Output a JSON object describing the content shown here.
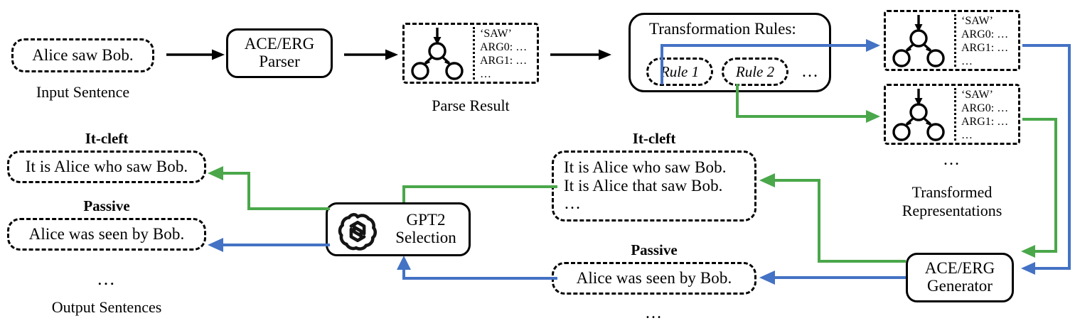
{
  "meta": {
    "title": "ACE/ERG transformation pipeline diagram",
    "colors": {
      "green": "#4aa74a",
      "blue": "#4472c4",
      "black": "#000000",
      "background": "#ffffff"
    }
  },
  "input": {
    "sentence": "Alice saw Bob.",
    "caption": "Input Sentence"
  },
  "parser": {
    "line1": "ACE/ERG",
    "line2": "Parser"
  },
  "parse_result": {
    "caption": "Parse Result",
    "predicate": "‘SAW’",
    "arg0": "ARG0: …",
    "arg1": "ARG1: …",
    "more": "…"
  },
  "rules": {
    "title": "Transformation Rules:",
    "items": [
      {
        "label": "Rule 1",
        "color": "#4472c4"
      },
      {
        "label": "Rule 2",
        "color": "#4aa74a"
      }
    ],
    "ellipsis": "…"
  },
  "transformed": {
    "caption_line1": "Transformed",
    "caption_line2": "Representations",
    "ellipsis": "…",
    "boxes": [
      {
        "predicate": "‘SAW’",
        "arg0": "ARG0: …",
        "arg1": "ARG1: …",
        "more": "…"
      },
      {
        "predicate": "‘SAW’",
        "arg0": "ARG0: …",
        "arg1": "ARG1: …",
        "more": "…"
      }
    ]
  },
  "generator": {
    "line1": "ACE/ERG",
    "line2": "Generator"
  },
  "candidates": {
    "itcleft": {
      "label": "It-cleft",
      "lines": [
        "It is Alice who saw Bob.",
        "It is Alice that saw Bob."
      ],
      "more": "…"
    },
    "passive": {
      "label": "Passive",
      "lines": [
        "Alice was seen by Bob."
      ]
    },
    "ellipsis": "…"
  },
  "selector": {
    "line1": "GPT2",
    "line2": "Selection",
    "logo": "openai-logo"
  },
  "outputs": {
    "itcleft": {
      "label": "It-cleft",
      "sentence": "It is Alice who saw Bob."
    },
    "passive": {
      "label": "Passive",
      "sentence": "Alice was seen by Bob."
    },
    "ellipsis": "…",
    "caption": "Output Sentences"
  }
}
